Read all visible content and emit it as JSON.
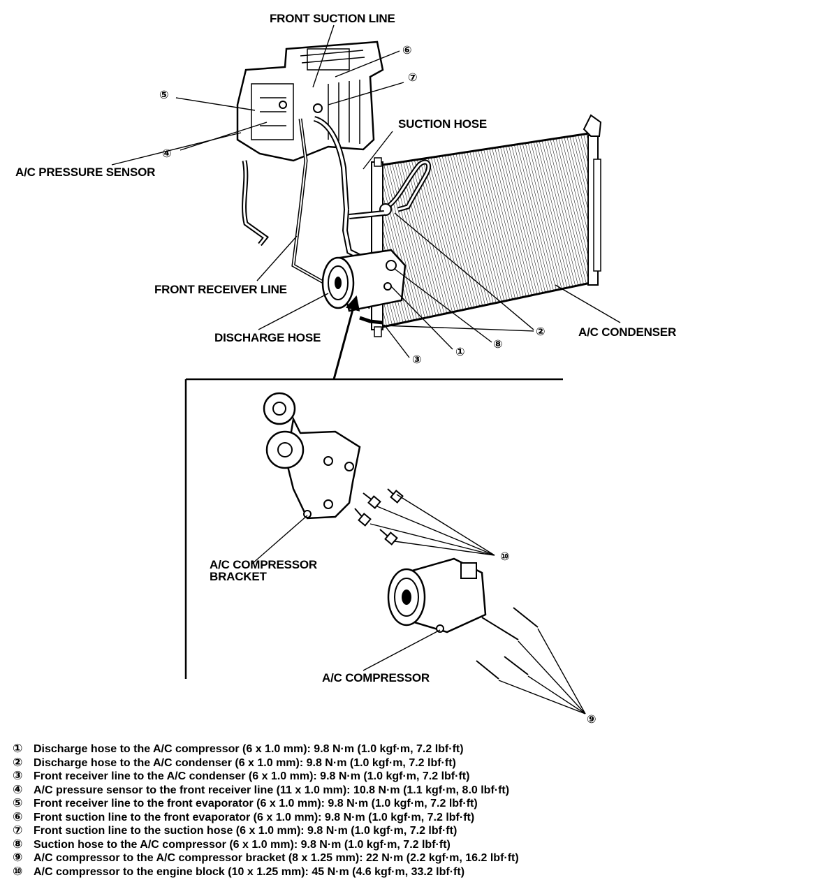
{
  "labels": {
    "front_suction_line": "FRONT SUCTION LINE",
    "suction_hose": "SUCTION HOSE",
    "ac_pressure_sensor": "A/C PRESSURE SENSOR",
    "front_receiver_line": "FRONT RECEIVER LINE",
    "discharge_hose": "DISCHARGE HOSE",
    "ac_condenser": "A/C CONDENSER",
    "ac_compressor_bracket_l1": "A/C COMPRESSOR",
    "ac_compressor_bracket_l2": "BRACKET",
    "ac_compressor": "A/C COMPRESSOR"
  },
  "callouts": {
    "c1": "①",
    "c2": "②",
    "c3": "③",
    "c4": "④",
    "c5": "⑤",
    "c6": "⑥",
    "c7": "⑦",
    "c8": "⑧",
    "c9": "⑨",
    "c10": "⑩"
  },
  "legend": [
    {
      "num": "①",
      "text": "Discharge hose to the A/C compressor (6 x 1.0 mm): 9.8 N·m (1.0 kgf·m, 7.2 lbf·ft)"
    },
    {
      "num": "②",
      "text": "Discharge hose to the A/C condenser (6 x 1.0 mm): 9.8 N·m (1.0 kgf·m, 7.2 lbf·ft)"
    },
    {
      "num": "③",
      "text": "Front receiver line to the A/C condenser (6 x 1.0 mm): 9.8 N·m (1.0 kgf·m, 7.2 lbf·ft)"
    },
    {
      "num": "④",
      "text": "A/C pressure sensor to the front receiver line (11 x 1.0 mm): 10.8 N·m (1.1 kgf·m, 8.0 lbf·ft)"
    },
    {
      "num": "⑤",
      "text": "Front receiver line to the front evaporator (6 x 1.0 mm): 9.8 N·m (1.0 kgf·m, 7.2 lbf·ft)"
    },
    {
      "num": "⑥",
      "text": "Front suction line to the front evaporator (6 x 1.0 mm): 9.8 N·m (1.0 kgf·m, 7.2 lbf·ft)"
    },
    {
      "num": "⑦",
      "text": "Front suction line to the suction hose (6 x 1.0 mm): 9.8 N·m (1.0 kgf·m, 7.2 lbf·ft)"
    },
    {
      "num": "⑧",
      "text": "Suction hose to the A/C compressor (6 x 1.0 mm): 9.8 N·m (1.0 kgf·m, 7.2 lbf·ft)"
    },
    {
      "num": "⑨",
      "text": "A/C compressor to the A/C compressor bracket (8 x 1.25 mm): 22 N·m (2.2 kgf·m, 16.2 lbf·ft)"
    },
    {
      "num": "⑩",
      "text": "A/C compressor to the engine block (10 x 1.25 mm): 45 N·m (4.6 kgf·m, 33.2 lbf·ft)"
    }
  ]
}
